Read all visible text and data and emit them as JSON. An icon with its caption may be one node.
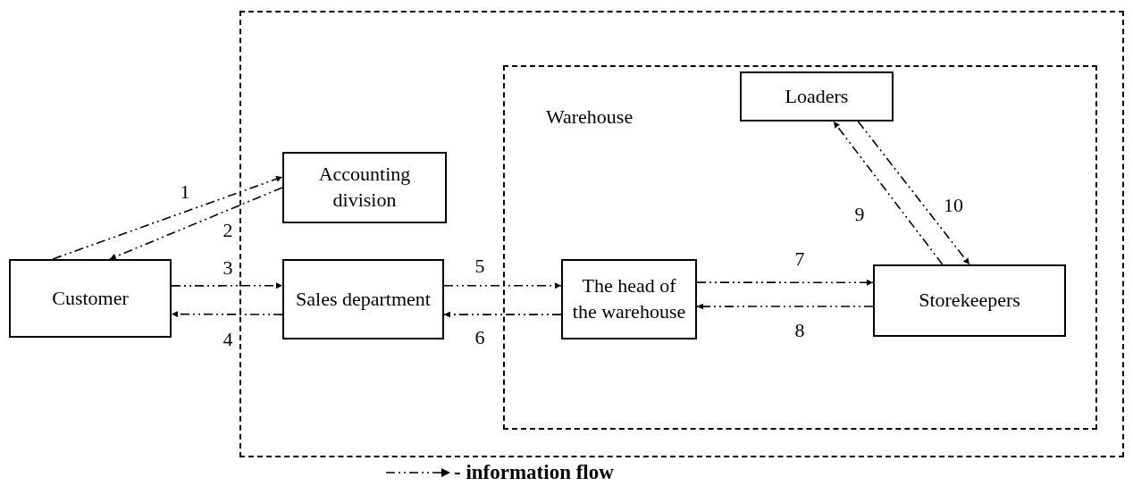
{
  "diagram": {
    "nodes": [
      {
        "text": [],
        "shape": "box"
      },
      {
        "text": [
          "Customer"
        ]
      },
      {
        "text": [
          "Accounting division"
        ],
        "in": 0
      },
      {
        "text": [
          "Sales department"
        ],
        "in": 0
      },
      {
        "text": [
          "Warehouse"
        ],
        "in": 0
      },
      {
        "text": [
          "Loaders"
        ],
        "in": 4
      },
      {
        "text": [
          "The head of the warehouse"
        ],
        "in": 4
      },
      {
        "text": [
          "Storekeepers"
        ],
        "in": 4
      }
    ],
    "edges": [
      {
        "from": 1,
        "to": 2,
        "arrow": "to",
        "label": "1",
        "style": "dashed"
      },
      {
        "from": 2,
        "to": 1,
        "arrow": "to",
        "label": "2",
        "style": "dashed"
      },
      {
        "from": 1,
        "to": 3,
        "arrow": "to",
        "label": "3",
        "style": "dashed"
      },
      {
        "from": 3,
        "to": 1,
        "arrow": "to",
        "label": "4",
        "style": "dashed"
      },
      {
        "from": 3,
        "to": 6,
        "arrow": "to",
        "label": "5",
        "style": "dashed"
      },
      {
        "from": 6,
        "to": 3,
        "arrow": "to",
        "label": "6",
        "style": "dashed"
      },
      {
        "from": 6,
        "to": 7,
        "arrow": "to",
        "label": "7",
        "style": "dashed"
      },
      {
        "from": 7,
        "to": 6,
        "arrow": "to",
        "label": "8",
        "style": "dashed"
      },
      {
        "from": 7,
        "to": 5,
        "arrow": "to",
        "label": "9",
        "style": "dashed"
      },
      {
        "from": 5,
        "to": 7,
        "arrow": "to",
        "label": "10",
        "style": "dashed"
      }
    ],
    "legend": [
      {
        "text": "- information flow"
      }
    ]
  }
}
